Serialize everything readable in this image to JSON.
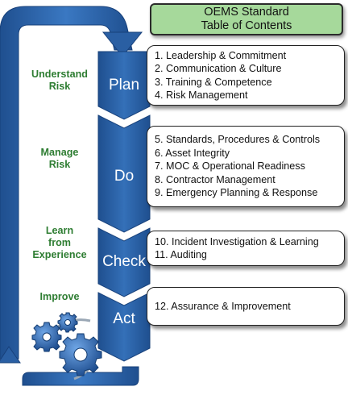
{
  "title": {
    "line1": "OEMS Standard",
    "line2": "Table of Contents"
  },
  "phases": [
    {
      "side_label_lines": [
        "Understand",
        "Risk"
      ],
      "stage": "Plan",
      "items": [
        "1. Leadership & Commitment",
        "2. Communication & Culture",
        "3. Training & Competence",
        "4. Risk Management"
      ]
    },
    {
      "side_label_lines": [
        "Manage",
        "Risk"
      ],
      "stage": "Do",
      "items": [
        "5. Standards, Procedures & Controls",
        "6. Asset Integrity",
        "7. MOC & Operational Readiness",
        "8. Contractor Management",
        "9. Emergency Planning & Response"
      ]
    },
    {
      "side_label_lines": [
        "Learn",
        "from",
        "Experience"
      ],
      "stage": "Check",
      "items": [
        "10. Incident Investigation & Learning",
        "11. Auditing"
      ]
    },
    {
      "side_label_lines": [
        "Improve"
      ],
      "stage": "Act",
      "items": [
        "12. Assurance & Improvement"
      ]
    }
  ],
  "colors": {
    "loop_blue": "#2a5fa3",
    "loop_blue_dark": "#1c4680",
    "title_green": "#a6d99b",
    "label_green": "#2e7d32"
  },
  "icons": [
    "cycle-loop-arrow",
    "gears-icon"
  ]
}
